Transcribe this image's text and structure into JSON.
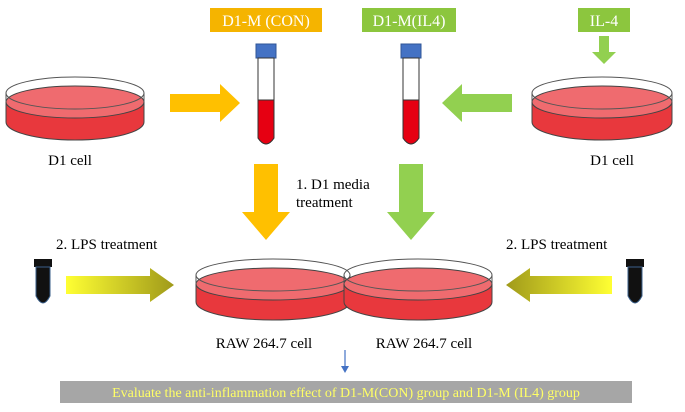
{
  "labels": {
    "tag_con": "D1-M (CON)",
    "tag_il4": "D1-M(IL4)",
    "tag_il4_input": "IL-4",
    "d1_cell_left": "D1 cell",
    "d1_cell_right": "D1 cell",
    "step1_line1": "1. D1 media",
    "step1_line2": "treatment",
    "lps_left": "2. LPS treatment",
    "lps_right": "2. LPS treatment",
    "raw_left": "RAW 264.7 cell",
    "raw_right": "RAW 264.7 cell",
    "bottom_banner": "Evaluate the anti-inflammation effect of D1-M(CON) group and D1-M (IL4) group"
  },
  "colors": {
    "con_tag": "#f5b400",
    "il4_tag": "#8cc63e",
    "arrow_orange": "#ffc000",
    "arrow_green": "#92d050",
    "dish_red": "#e8383d",
    "tube_red": "#e60012",
    "tube_cap": "#4472c4",
    "lps_tube": "#111111",
    "banner_bg": "#a6a6a6",
    "banner_text": "#ffff66",
    "down_arrow": "#4472c4"
  }
}
